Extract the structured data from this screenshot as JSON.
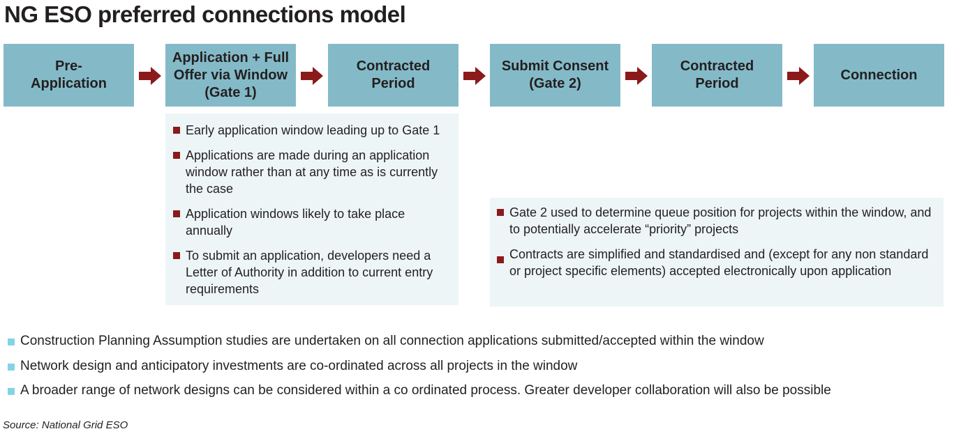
{
  "title": "NG ESO preferred connections model",
  "colors": {
    "step_fill": "#84bac8",
    "panel_fill": "#edf5f7",
    "arrow": "#8b1a1a",
    "dark_bullet": "#8b1a1a",
    "light_bullet": "#84d3e6"
  },
  "steps": [
    {
      "label": "Pre-\nApplication"
    },
    {
      "label": "Application + Full\nOffer via Window\n(Gate 1)"
    },
    {
      "label": "Contracted\nPeriod"
    },
    {
      "label": "Submit Consent\n(Gate 2)"
    },
    {
      "label": "Contracted\nPeriod"
    },
    {
      "label": "Connection"
    }
  ],
  "gate1_notes": [
    "Early application window leading up to Gate 1",
    "Applications are made during an application window rather than at any time as is currently the case",
    "Application windows likely to take place annually",
    "To submit an application, developers need a Letter of Authority in addition to current entry requirements"
  ],
  "gate2_notes": [
    "Gate 2 used to determine queue position for projects within the window, and to potentially accelerate “priority” projects",
    "Contracts are simplified and standardised and (except for any non standard or project specific elements) accepted electronically upon application"
  ],
  "general_notes": [
    "Construction Planning Assumption studies are undertaken on all connection applications submitted/accepted within the window",
    "Network design and anticipatory investments are co-ordinated across all projects in the window",
    "A broader range of network designs can be considered within a co ordinated process. Greater developer collaboration will also be possible"
  ],
  "source": "Source: National Grid ESO"
}
